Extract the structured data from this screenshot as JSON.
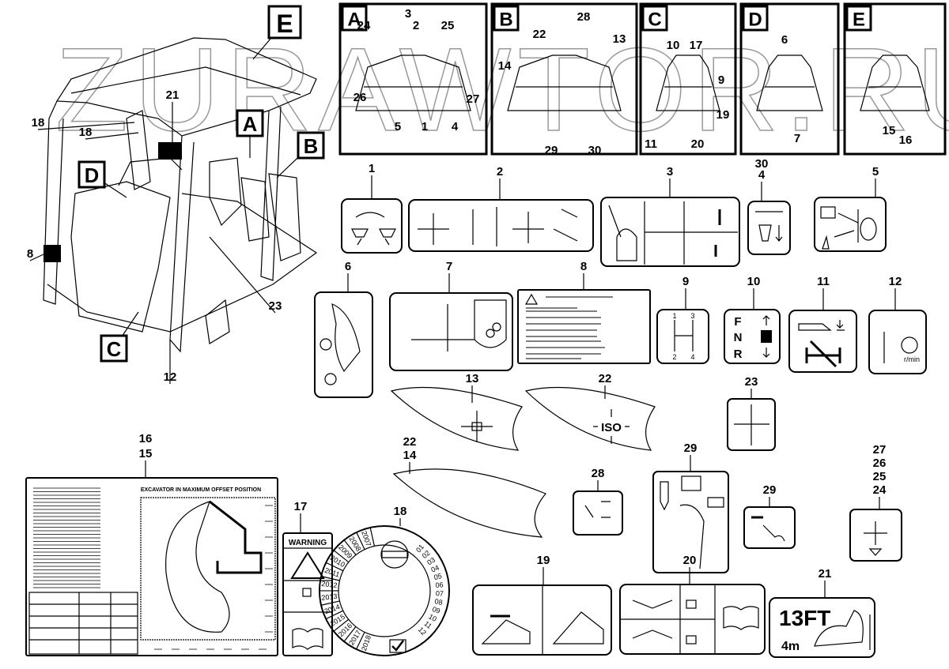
{
  "watermark": "ZURAWTOR.RU",
  "main_view": {
    "letters": [
      "E",
      "A",
      "B",
      "D",
      "C"
    ],
    "callouts": [
      "21",
      "18",
      "18",
      "8",
      "12",
      "23"
    ]
  },
  "insets": [
    {
      "letter": "A",
      "callouts": [
        "24",
        "3",
        "2",
        "25",
        "26",
        "27",
        "5",
        "1",
        "4"
      ]
    },
    {
      "letter": "B",
      "callouts": [
        "22",
        "28",
        "13",
        "14",
        "29",
        "30"
      ]
    },
    {
      "letter": "C",
      "callouts": [
        "10",
        "17",
        "9",
        "19",
        "11",
        "20"
      ]
    },
    {
      "letter": "D",
      "callouts": [
        "6",
        "7"
      ]
    },
    {
      "letter": "E",
      "callouts": [
        "15",
        "16"
      ]
    }
  ],
  "decal_callouts": [
    "1",
    "2",
    "3",
    "30",
    "4",
    "5",
    "6",
    "7",
    "8",
    "9",
    "10",
    "11",
    "12",
    "13",
    "22",
    "23",
    "16",
    "15",
    "22",
    "14",
    "17",
    "18",
    "19",
    "20",
    "21",
    "28",
    "29",
    "29",
    "27",
    "26",
    "25",
    "24"
  ],
  "decal_text": {
    "gear_labels": [
      "1",
      "3",
      "2",
      "4"
    ],
    "fnr": [
      "F",
      "N",
      "R"
    ],
    "rpm": "r/min",
    "iso": "ISO",
    "offset_title": "EXCAVATOR IN MAXIMUM OFFSET POSITION",
    "warning": "WARNING",
    "years": [
      "2007",
      "2008",
      "2009",
      "2010",
      "2011",
      "2012",
      "2013",
      "2014",
      "2015",
      "2016",
      "2017",
      "2018"
    ],
    "months": [
      "01",
      "02",
      "03",
      "04",
      "05",
      "06",
      "07",
      "08",
      "09",
      "10",
      "11",
      "12"
    ],
    "height_ft": "13FT",
    "height_m": "4m"
  }
}
